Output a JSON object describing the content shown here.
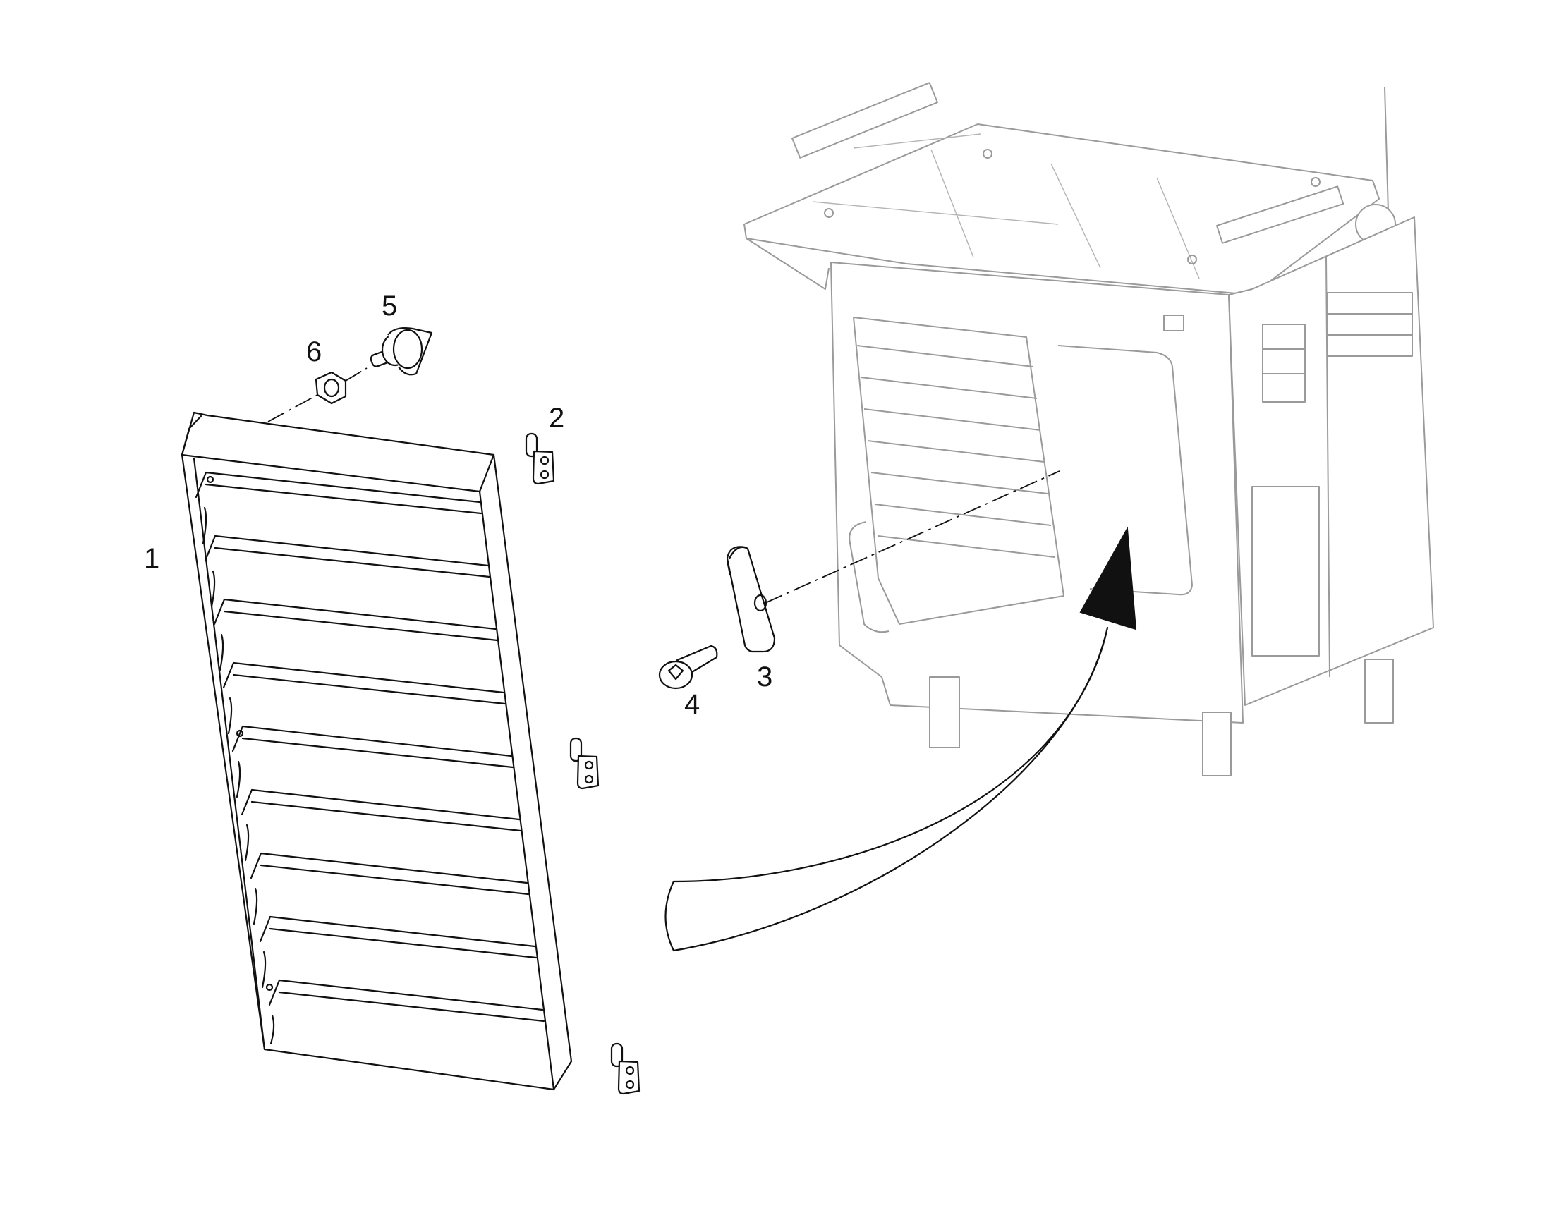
{
  "callouts": {
    "louvre_panel": "1",
    "hinge_latch": "2",
    "clamp_bracket": "3",
    "countersunk_screw": "4",
    "shoulder_stud": "5",
    "nut": "6"
  },
  "colors": {
    "line": "#111111",
    "assembly_line": "#9a9a9a",
    "background": "#ffffff"
  }
}
